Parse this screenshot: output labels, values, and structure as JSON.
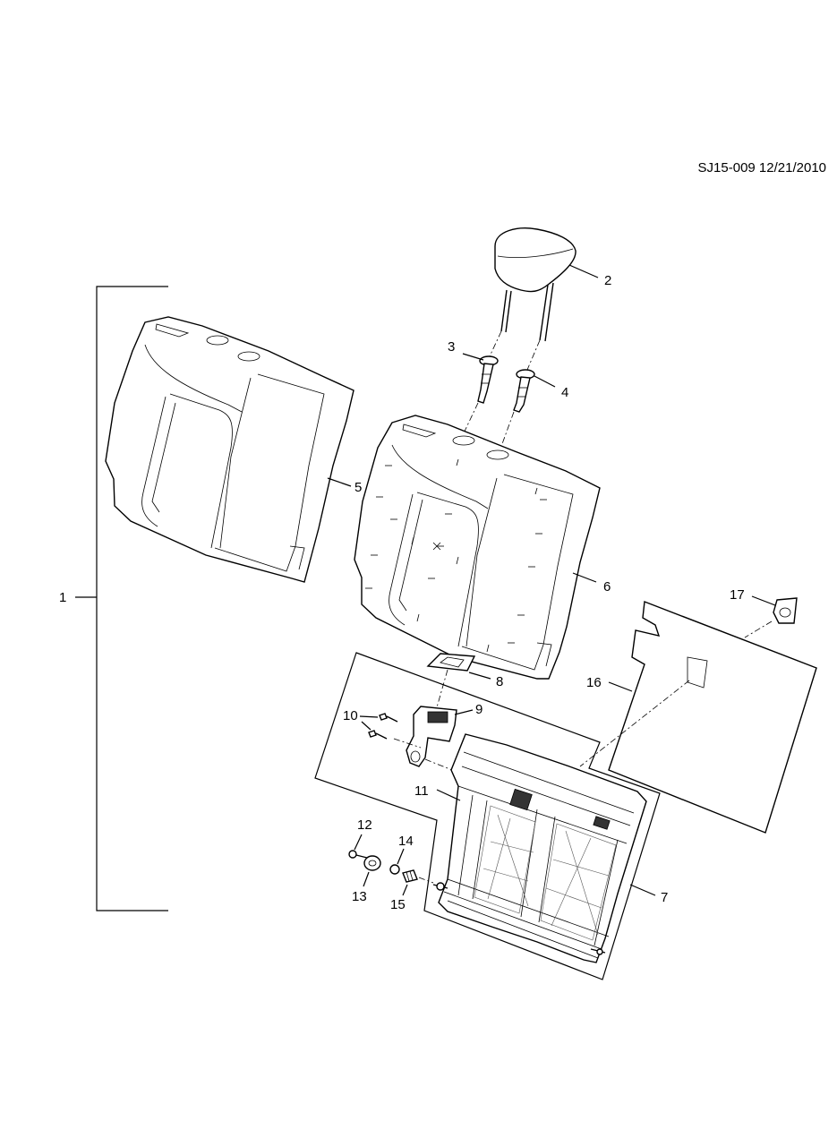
{
  "drawing_id": "SJ15-009 12/21/2010",
  "callouts": [
    {
      "id": "c1",
      "label": "1"
    },
    {
      "id": "c2",
      "label": "2"
    },
    {
      "id": "c3",
      "label": "3"
    },
    {
      "id": "c4",
      "label": "4"
    },
    {
      "id": "c5",
      "label": "5"
    },
    {
      "id": "c6",
      "label": "6"
    },
    {
      "id": "c7",
      "label": "7"
    },
    {
      "id": "c8",
      "label": "8"
    },
    {
      "id": "c9",
      "label": "9"
    },
    {
      "id": "c10",
      "label": "10"
    },
    {
      "id": "c11",
      "label": "11"
    },
    {
      "id": "c12",
      "label": "12"
    },
    {
      "id": "c13",
      "label": "13"
    },
    {
      "id": "c14",
      "label": "14"
    },
    {
      "id": "c15",
      "label": "15"
    },
    {
      "id": "c16",
      "label": "16"
    },
    {
      "id": "c17",
      "label": "17"
    }
  ]
}
